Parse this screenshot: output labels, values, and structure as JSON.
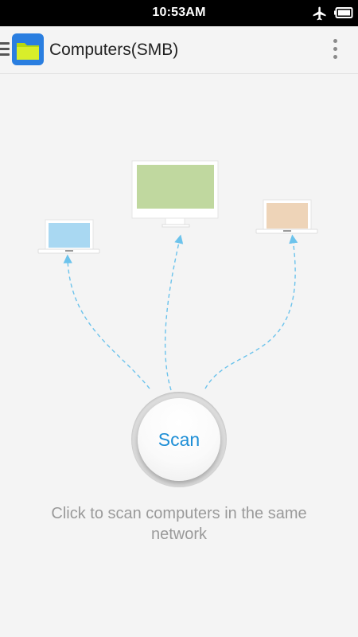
{
  "status_bar": {
    "time": "10:53AM",
    "icons": [
      "airplane-icon",
      "battery-icon"
    ]
  },
  "app_bar": {
    "title": "Computers(SMB)",
    "icons": [
      "menu-icon",
      "folder-app-icon",
      "overflow-menu-icon"
    ]
  },
  "illustration": {
    "devices": [
      "laptop",
      "monitor",
      "laptop"
    ],
    "colors": {
      "left_screen": "#a9d8f2",
      "monitor_screen": "#c0d89f",
      "right_screen": "#eed4b8",
      "arrows": "#6cc3ec"
    }
  },
  "scan": {
    "label": "Scan"
  },
  "hint": {
    "text": "Click to scan computers in the same network"
  },
  "colors": {
    "accent": "#1f8fd6",
    "background": "#f4f4f4"
  }
}
